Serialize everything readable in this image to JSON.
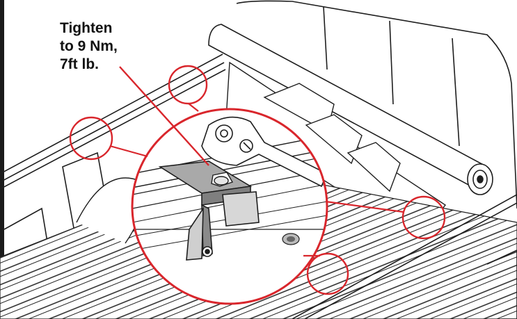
{
  "callout": {
    "lines": [
      "Tighten",
      "to 9 Nm,",
      "7ft lb."
    ]
  },
  "colors": {
    "highlight": "#d9262c",
    "line_art": "#1e1e1e",
    "shade": "#9a9a9a",
    "background": "#ffffff"
  },
  "icons": [
    "ratchet-wrench-icon",
    "clamp-icon",
    "bolt-icon"
  ]
}
